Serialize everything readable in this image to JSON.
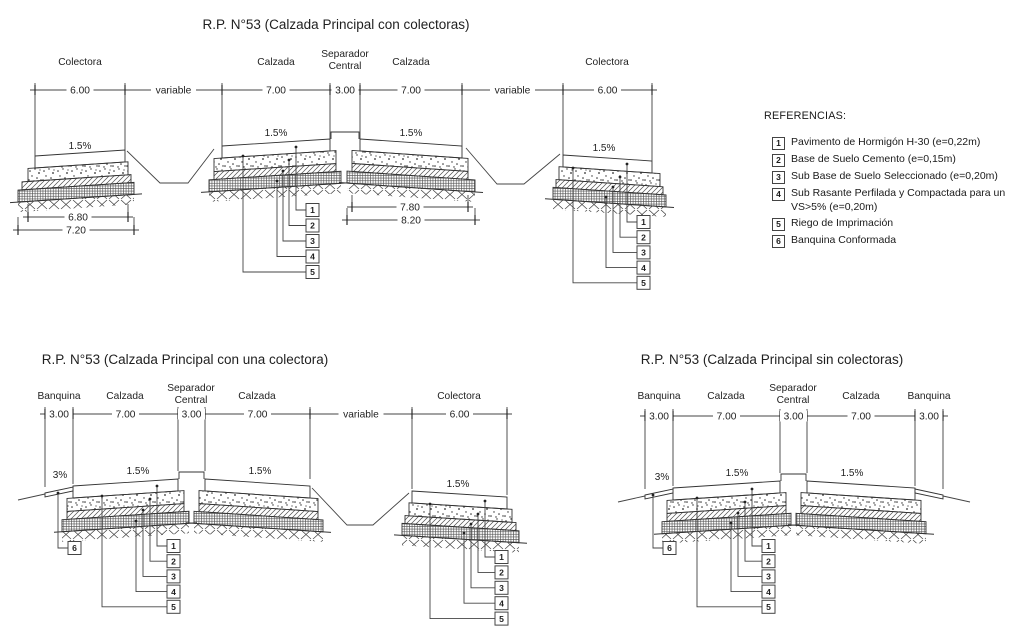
{
  "colors": {
    "line": "#3a3a3a",
    "text": "#1f1f1f",
    "background": "#ffffff"
  },
  "diagrams": {
    "d1": {
      "title": "R.P. N°53  (Calzada Principal con colectoras)"
    },
    "d2": {
      "title": "R.P. N°53  (Calzada Principal con una colectora)"
    },
    "d3": {
      "title": "R.P. N°53  (Calzada Principal sin colectoras)"
    }
  },
  "labels": {
    "colectora": "Colectora",
    "calzada": "Calzada",
    "banquina": "Banquina",
    "separador_line1": "Separador",
    "separador_line2": "Central"
  },
  "dims": {
    "d300": "3.00",
    "d600": "6.00",
    "d700": "7.00",
    "d680": "6.80",
    "d720": "7.20",
    "d780": "7.80",
    "d820": "8.20",
    "variable": "variable"
  },
  "slopes": {
    "s15": "1.5%",
    "s3": "3%"
  },
  "callouts": {
    "c1": "1",
    "c2": "2",
    "c3": "3",
    "c4": "4",
    "c5": "5",
    "c6": "6"
  },
  "references": {
    "title": "REFERENCIAS:",
    "items": [
      {
        "num": "1",
        "text": "Pavimento de Hormigón H-30 (e=0,22m)"
      },
      {
        "num": "2",
        "text": "Base de Suelo Cemento (e=0,15m)"
      },
      {
        "num": "3",
        "text": "Sub Base de Suelo Seleccionado (e=0,20m)"
      },
      {
        "num": "4",
        "text": "Sub Rasante Perfilada y Compactada para un VS>5% (e=0,20m)"
      },
      {
        "num": "5",
        "text": "Riego de Imprimación"
      },
      {
        "num": "6",
        "text": "Banquina Conformada"
      }
    ]
  }
}
